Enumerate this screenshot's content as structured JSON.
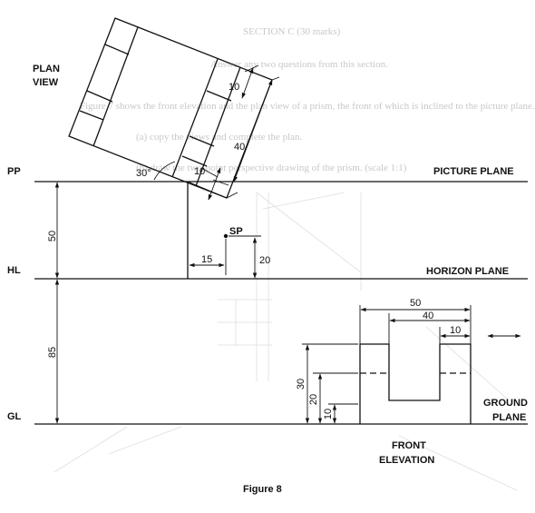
{
  "background_text": {
    "line1": "SECTION C (30 marks)",
    "line2": "Answer any two questions from this section.",
    "line3": "Figure 7 shows the front elevation and the plan view of a prism, the front of which is inclined to the picture plane.",
    "line4": "(a)  copy the views and complete the plan.",
    "line5": "(b)  draw the two-point perspective drawing of the prism. (scale 1:1)"
  },
  "labels": {
    "plan_view_1": "PLAN",
    "plan_view_2": "VIEW",
    "pp": "PP",
    "picture_plane": "PICTURE PLANE",
    "hl": "HL",
    "horizon_plane": "HORIZON PLANE",
    "gl": "GL",
    "ground_plane_1": "GROUND",
    "ground_plane_2": "PLANE",
    "front_elevation_1": "FRONT",
    "front_elevation_2": "ELEVATION",
    "sp": "SP",
    "figure": "Figure 8"
  },
  "dimensions": {
    "plan_10_top": "10",
    "plan_40": "40",
    "plan_10_bottom": "10",
    "angle": "30°",
    "pp_to_hl": "50",
    "sp_offset_x": "15",
    "sp_offset_y": "20",
    "hl_to_gl": "85",
    "fe_width_total": "50",
    "fe_width_40": "40",
    "fe_width_10": "10",
    "fe_height_30": "30",
    "fe_height_20": "20",
    "fe_height_10": "10"
  },
  "icons": {
    "arrow": "double-headed-arrow-icon"
  }
}
